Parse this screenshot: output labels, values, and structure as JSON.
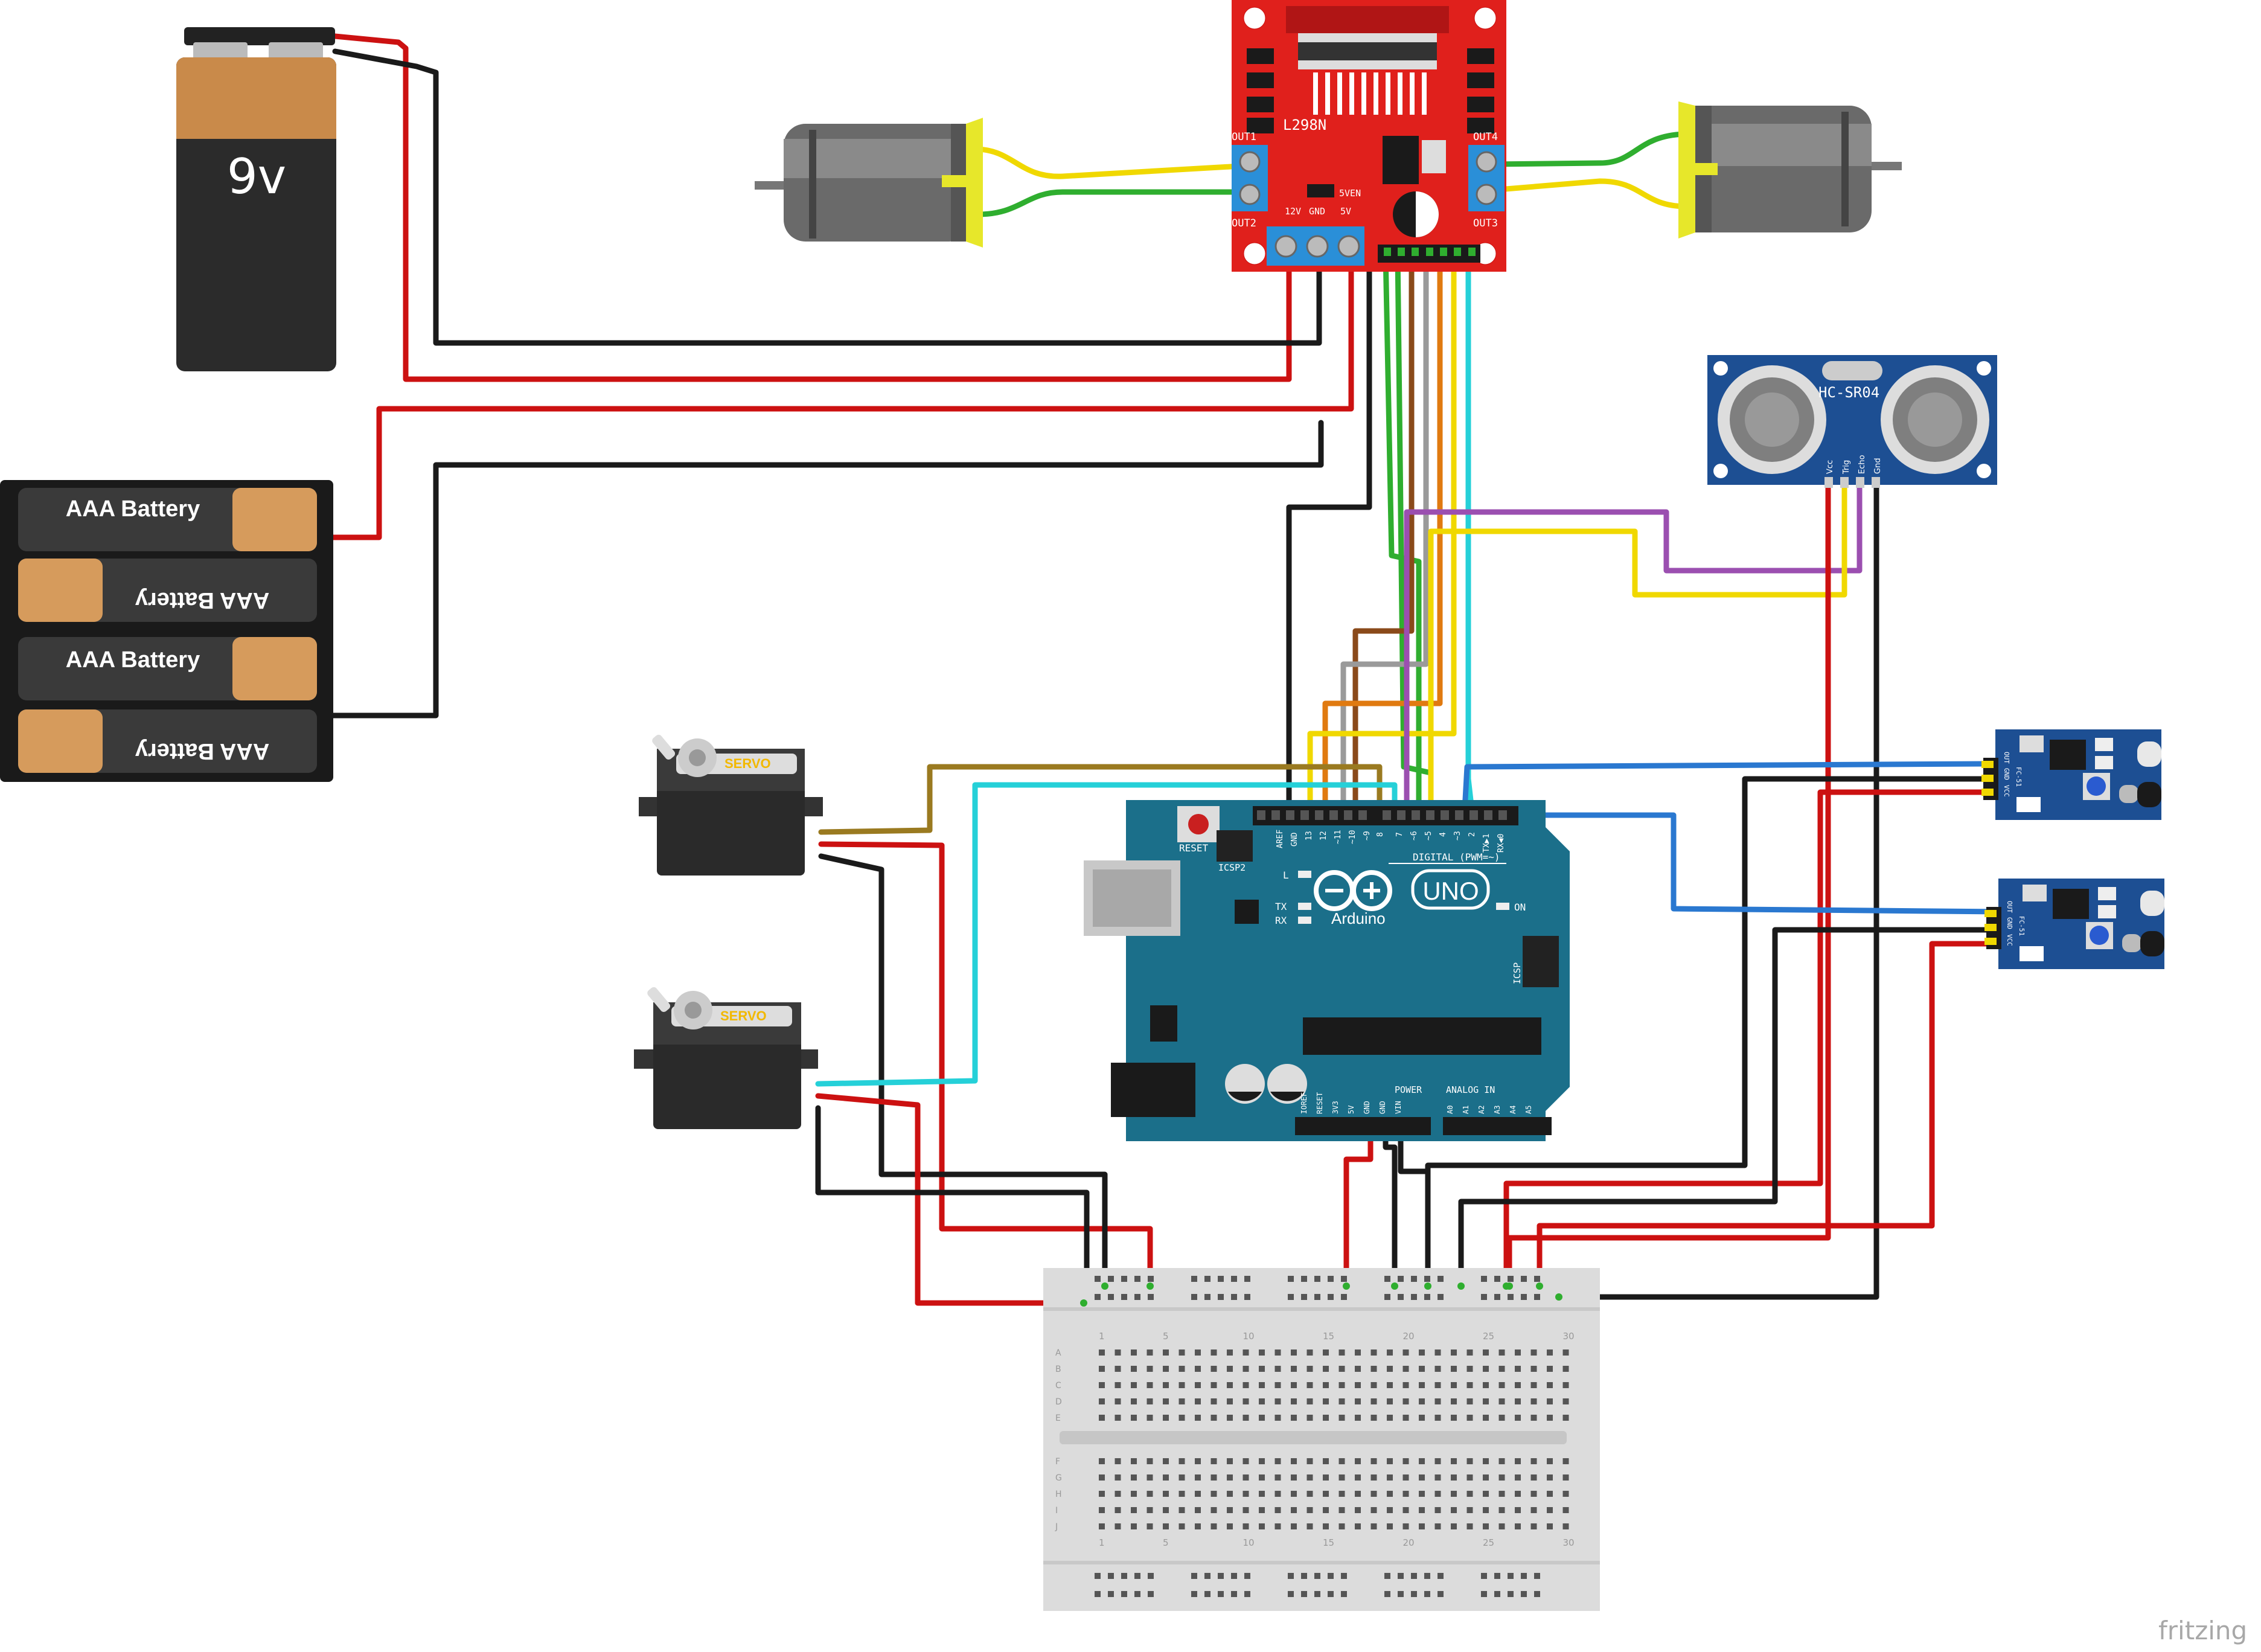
{
  "battery_9v": {
    "label": "9v"
  },
  "aaa_pack": {
    "cells": [
      "AAA Battery",
      "AAA Battery",
      "AAA Battery",
      "AAA Battery"
    ]
  },
  "driver": {
    "model": "L298N",
    "out1": "OUT1",
    "out2": "OUT2",
    "out3": "OUT3",
    "out4": "OUT4",
    "v12": "12V",
    "gnd": "GND",
    "v5": "5V",
    "ven": "5VEN"
  },
  "ultrasonic": {
    "model": "HC-SR04",
    "pins": [
      "Vcc",
      "Trig",
      "Echo",
      "Gnd"
    ]
  },
  "servo": {
    "label": "SERVO"
  },
  "arduino": {
    "brand": "Arduino",
    "model": "UNO",
    "reset": "RESET",
    "icsp2": "ICSP2",
    "icsp": "ICSP",
    "digital": "DIGITAL (PWM=~)",
    "aref": "AREF",
    "gnd": "GND",
    "pins_digital": [
      "13",
      "12",
      "~11",
      "~10",
      "~9",
      "8",
      "7",
      "~6",
      "~5",
      "4",
      "~3",
      "2",
      "TX▶1",
      "RX◀0"
    ],
    "led_l": "L",
    "led_tx": "TX",
    "led_rx": "RX",
    "led_on": "ON",
    "power": "POWER",
    "analog": "ANALOG IN",
    "power_pins": [
      "IOREF",
      "RESET",
      "3V3",
      "5V",
      "GND",
      "GND",
      "VIN"
    ],
    "analog_pins": [
      "A0",
      "A1",
      "A2",
      "A3",
      "A4",
      "A5"
    ]
  },
  "ir_sensor": {
    "model": "FC-51",
    "pins": [
      "OUT",
      "GND",
      "VCC"
    ]
  },
  "breadboard": {
    "column_numbers": [
      "1",
      "5",
      "10",
      "15",
      "20",
      "25",
      "30"
    ],
    "row_letters_top": [
      "A",
      "B",
      "C",
      "D",
      "E"
    ],
    "row_letters_bottom": [
      "F",
      "G",
      "H",
      "I",
      "J"
    ]
  },
  "watermark": "fritzing",
  "colors": {
    "wire_red": "#cc1111",
    "wire_black": "#1a1a1a",
    "wire_yellow": "#f0d800",
    "wire_green": "#2fae2f",
    "wire_cyan": "#25d0d8",
    "wire_blue": "#2a78d0",
    "wire_orange": "#e07a10",
    "wire_brown": "#8a4a1a",
    "wire_gray": "#9a9a9a",
    "wire_purple": "#9b4fb0",
    "wire_olive": "#9a7a20",
    "arduino_teal": "#1b6f8a",
    "driver_red": "#e0201c",
    "sensor_blue": "#1d4f93"
  }
}
